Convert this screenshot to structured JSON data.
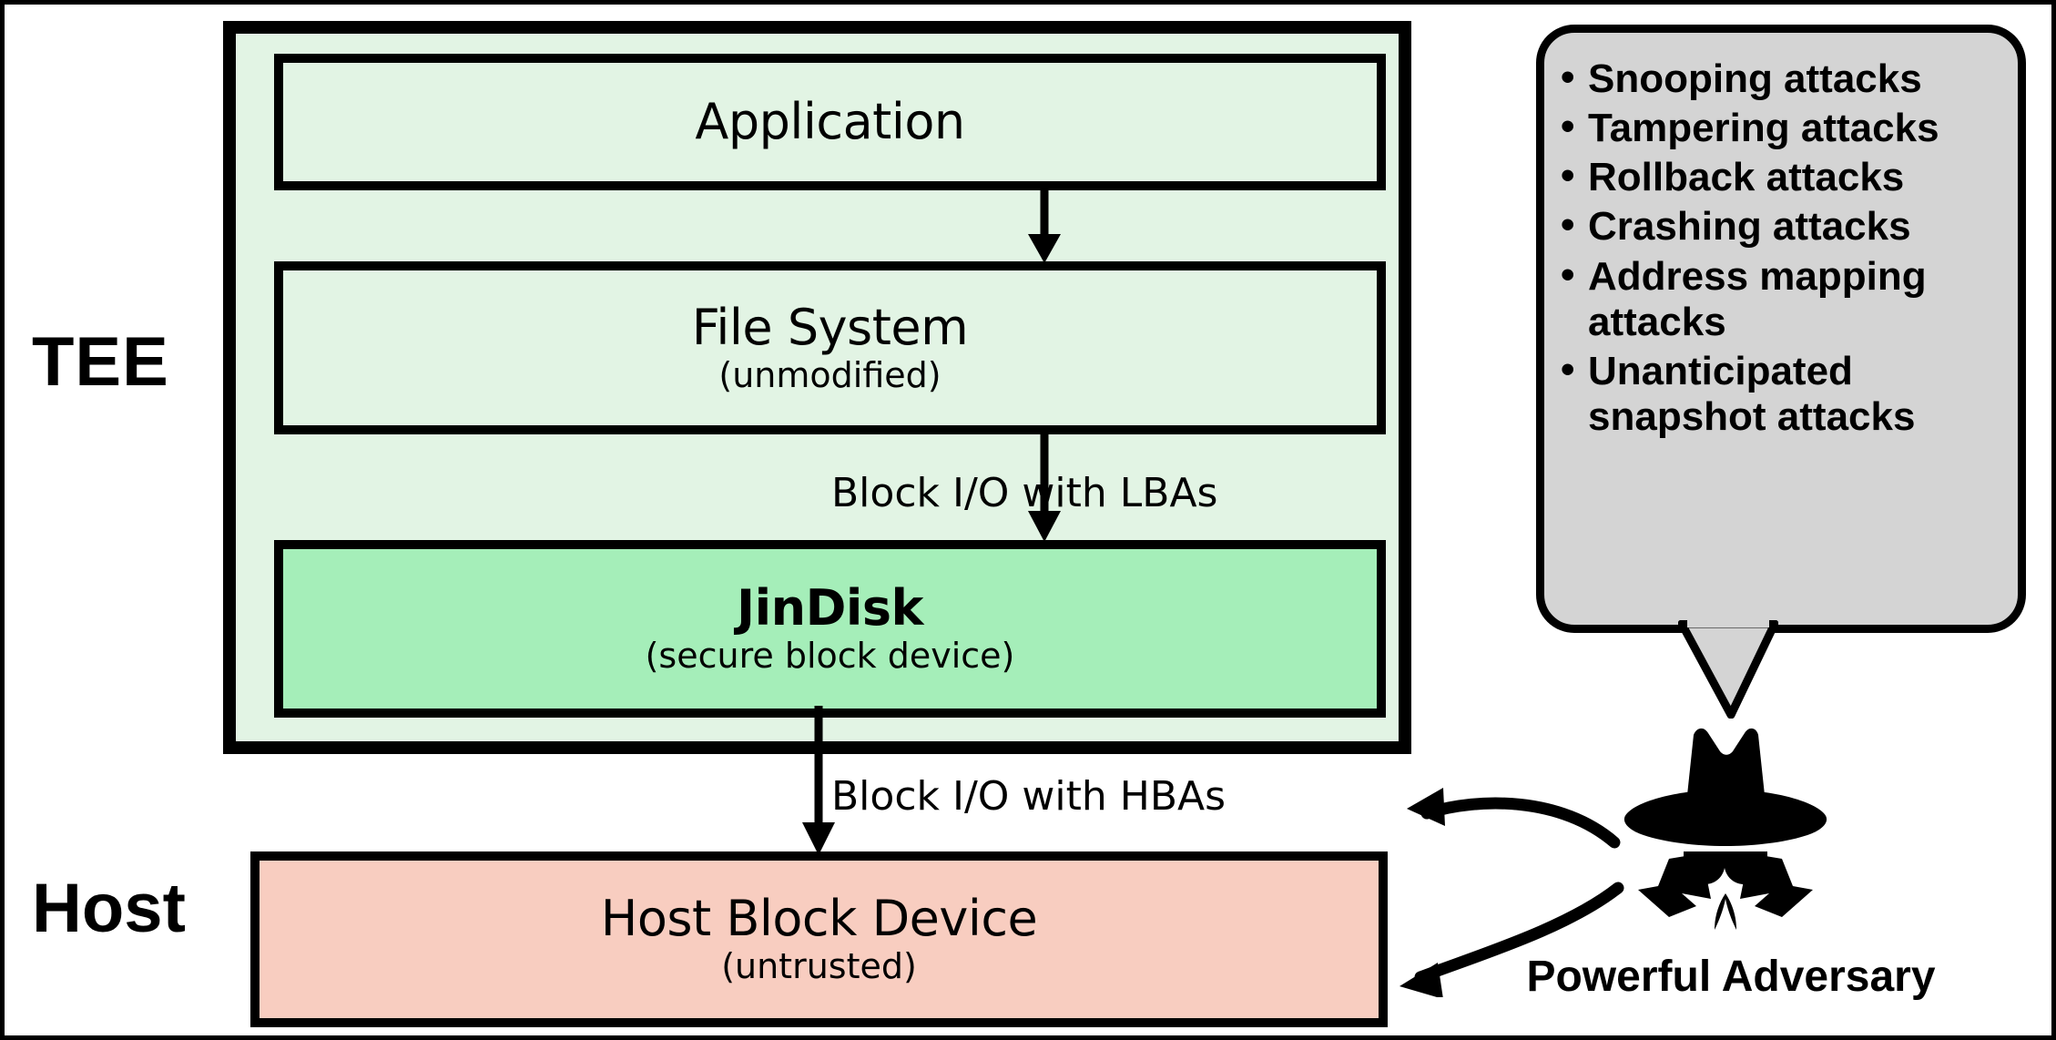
{
  "diagram": {
    "title": "JinDisk secure block device architecture",
    "side_labels": {
      "tee": "TEE",
      "host": "Host"
    },
    "nodes": {
      "application": {
        "title": "Application",
        "subtitle": ""
      },
      "file_system": {
        "title": "File System",
        "subtitle": "(unmodified)"
      },
      "jindisk": {
        "title": "JinDisk",
        "subtitle": "(secure block device)"
      },
      "host_block_device": {
        "title": "Host Block Device",
        "subtitle": "(untrusted)"
      }
    },
    "edges": {
      "app_to_fs": "",
      "fs_to_jindisk": "Block I/O with LBAs",
      "jindisk_to_host": "Block I/O with HBAs"
    },
    "callout": {
      "items": [
        "Snooping attacks",
        "Tampering attacks",
        "Rollback attacks",
        "Crashing attacks",
        "Address mapping attacks",
        "Unanticipated snapshot attacks"
      ]
    },
    "adversary": {
      "label": "Powerful Adversary",
      "icon": "spy-incognito-icon"
    },
    "colors": {
      "tee_background": "#e2f4e4",
      "jindisk_fill": "#a5eeb9",
      "host_fill": "#f8cdc0",
      "callout_fill": "#d4d4d4",
      "stroke": "#000000"
    }
  }
}
